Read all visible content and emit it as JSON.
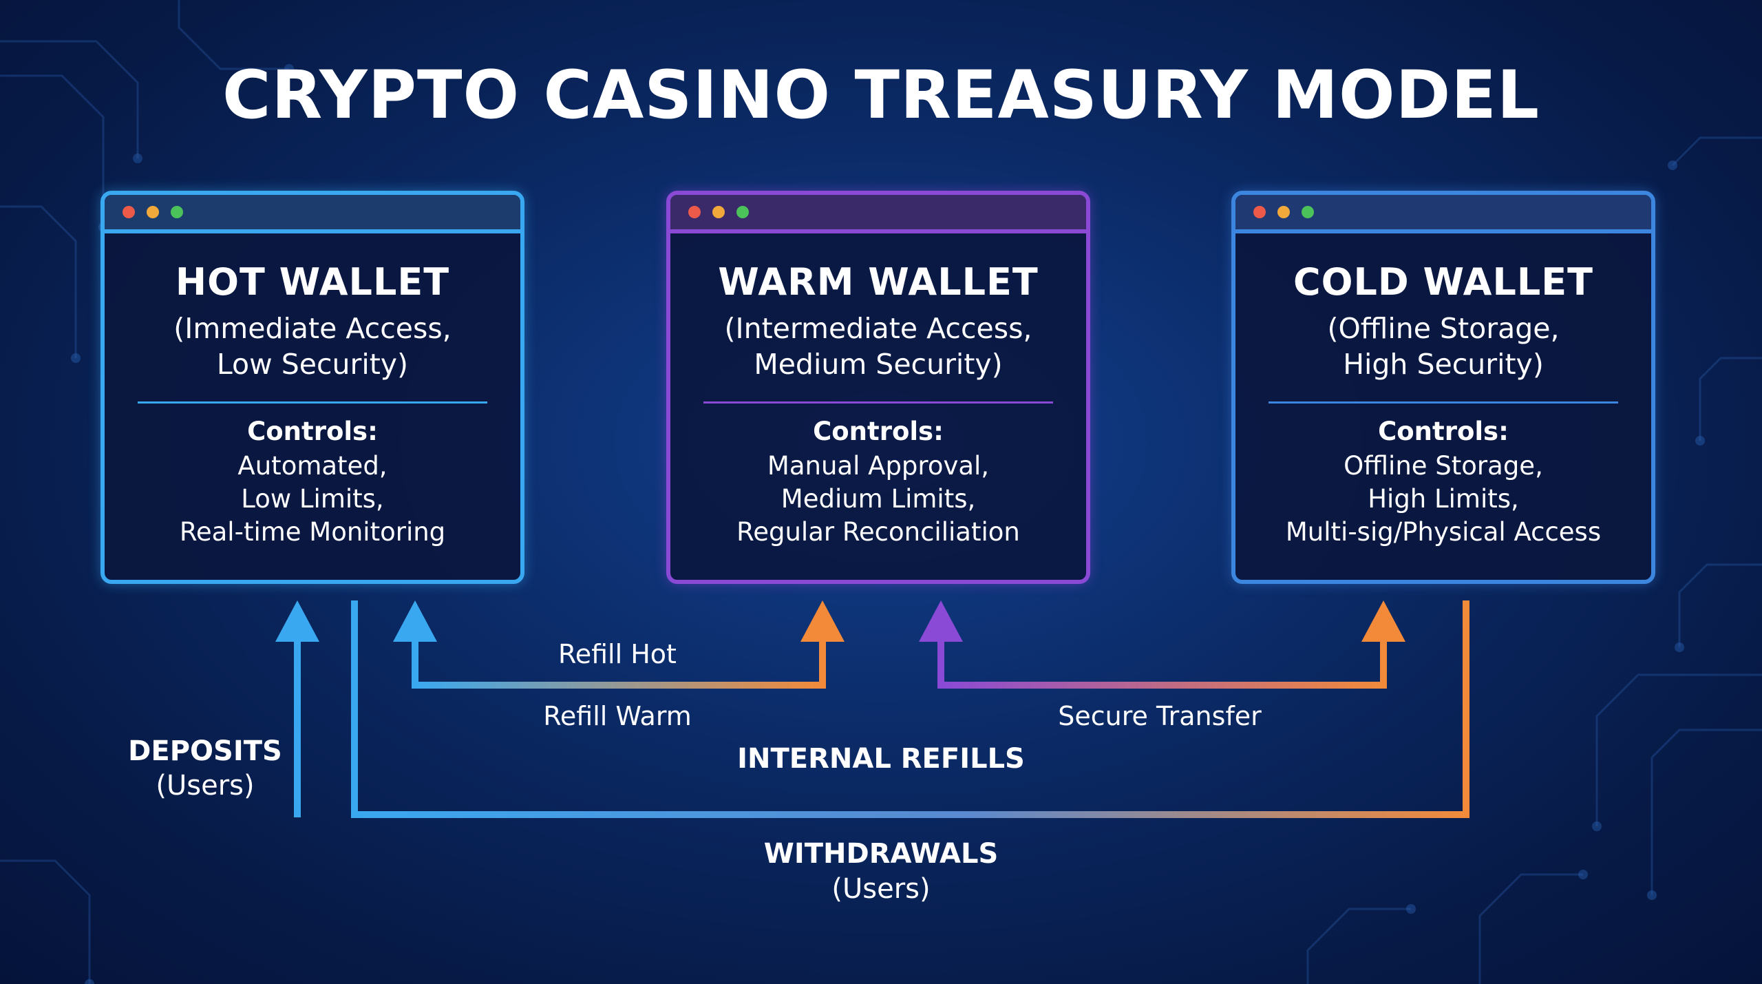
{
  "title": "CRYPTO CASINO TREASURY MODEL",
  "wallets": {
    "hot": {
      "name": "HOT WALLET",
      "desc_line1": "(Immediate Access,",
      "desc_line2": "Low Security)",
      "controls_label": "Controls:",
      "controls": [
        "Automated,",
        "Low Limits,",
        "Real-time Monitoring"
      ],
      "color": "#3aa8f0"
    },
    "warm": {
      "name": "WARM WALLET",
      "desc_line1": "(Intermediate Access,",
      "desc_line2": "Medium Security)",
      "controls_label": "Controls:",
      "controls": [
        "Manual Approval,",
        "Medium Limits,",
        "Regular Reconciliation"
      ],
      "color": "#8a4ad6"
    },
    "cold": {
      "name": "COLD WALLET",
      "desc_line1": "(Offline Storage,",
      "desc_line2": "High Security)",
      "controls_label": "Controls:",
      "controls": [
        "Offline Storage,",
        "High Limits,",
        "Multi-sig/Physical Access"
      ],
      "color": "#3d86e0"
    }
  },
  "flows": {
    "refill_hot": "Refill Hot",
    "refill_warm": "Refill Warm",
    "secure_transfer": "Secure Transfer",
    "internal_refills": "INTERNAL REFILLS",
    "deposits": "DEPOSITS",
    "deposits_sub": "(Users)",
    "withdrawals": "WITHDRAWALS",
    "withdrawals_sub": "(Users)"
  },
  "colors": {
    "blue_arrow": "#3aa8f0",
    "orange_arrow": "#f28a3a",
    "purple_arrow": "#8a4ad6"
  }
}
